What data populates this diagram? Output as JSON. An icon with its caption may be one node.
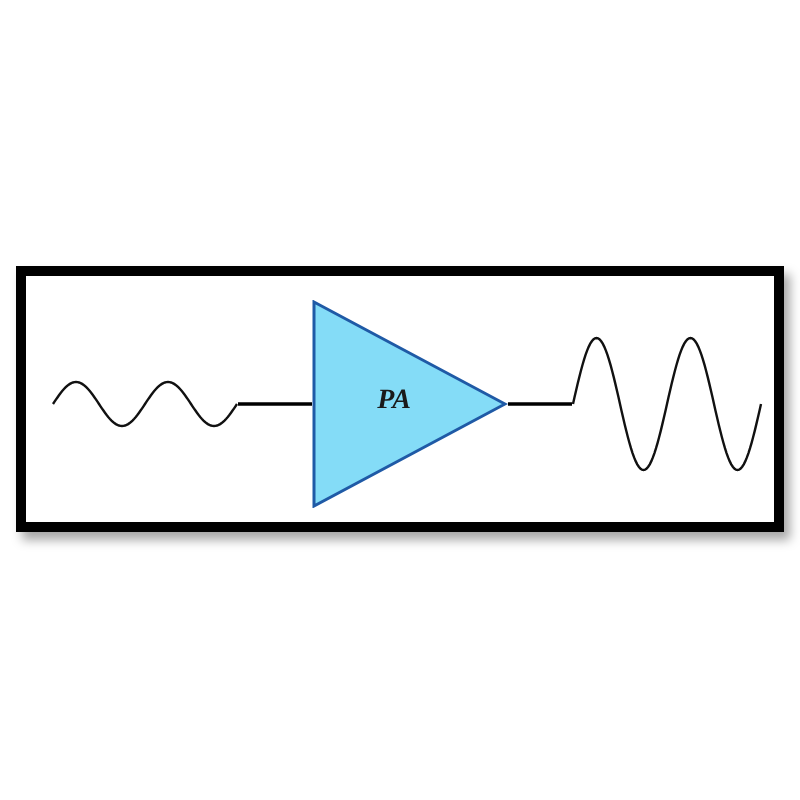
{
  "diagram": {
    "nodes": [
      {
        "text": [],
        "shape": "box"
      },
      {
        "text": [],
        "shape": "wave",
        "in": 0
      },
      {
        "text": [
          "PA"
        ],
        "in": 0
      },
      {
        "text": [],
        "shape": "wave",
        "in": 0
      }
    ],
    "edges": [
      {
        "from": 1,
        "to": 2,
        "arrow": "none"
      },
      {
        "from": 2,
        "to": 3,
        "arrow": "none"
      }
    ]
  }
}
